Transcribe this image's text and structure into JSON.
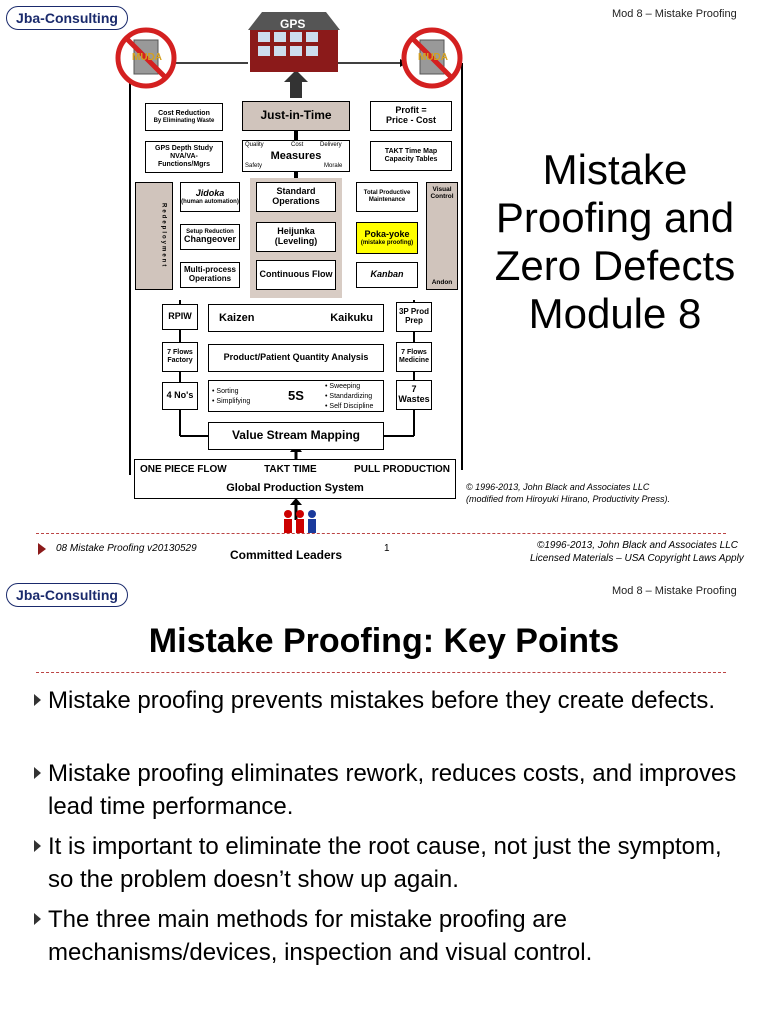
{
  "slide1": {
    "logo": "Jba-Consulting",
    "header": "Mod 8 – Mistake Proofing",
    "title_lines": [
      "Mistake",
      "Proofing and",
      "Zero Defects",
      "Module 8"
    ],
    "diagram": {
      "gps": "GPS",
      "muda": "MUDA",
      "jit": "Just-in-Time",
      "cost_reduction": "Cost Reduction",
      "cost_reduction_sub": "By Eliminating Waste",
      "profit": "Profit =",
      "profit2": "Price - Cost",
      "gps_depth": "GPS Depth Study",
      "gps_depth2": "NVA/VA-",
      "gps_depth3": "Functions/Mgrs",
      "measures": "Measures",
      "m_quality": "Quality",
      "m_cost": "Cost",
      "m_delivery": "Delivery",
      "m_safety": "Safety",
      "m_morale": "Morale",
      "takt_map": "TAKT Time Map",
      "capacity": "Capacity Tables",
      "redeployment": "Redeployment",
      "jidoka": "Jidoka",
      "jidoka_sub": "(human automation)",
      "standard_ops": "Standard Operations",
      "tpm": "Total Productive Maintenance",
      "visual_control": "Visual Control",
      "setup_reduction": "Setup Reduction",
      "changeover": "Changeover",
      "heijunka": "Heijunka",
      "leveling": "(Leveling)",
      "pokayoke": "Poka-yoke",
      "pokayoke_sub": "(mistake proofing)",
      "multi_process": "Multi-process Operations",
      "continuous_flow": "Continuous Flow",
      "kanban": "Kanban",
      "andon": "Andon",
      "rpiw": "RPIW",
      "kaizen": "Kaizen",
      "kaikuku": "Kaikuku",
      "prod_prep": "3P Prod Prep",
      "seven_flows_factory": "7 Flows Factory",
      "ppqa": "Product/Patient Quantity Analysis",
      "seven_flows_medicine": "7 Flows Medicine",
      "four_nos": "4 No's",
      "sorting": "• Sorting",
      "simplifying": "• Simplifying",
      "five_s": "5S",
      "sweeping": "• Sweeping",
      "standardizing": "• Standardizing",
      "self_discipline": "• Self Discipline",
      "seven_wastes": "7 Wastes",
      "vsm": "Value Stream Mapping",
      "one_piece": "ONE PIECE FLOW",
      "takt_time": "TAKT TIME",
      "pull_production": "PULL PRODUCTION",
      "global_prod": "Global Production System",
      "committed_leaders": "Committed Leaders"
    },
    "copyright1": "© 1996-2013, John Black and Associates LLC",
    "copyright2": "(modified from Hiroyuki Hirano, Productivity Press).",
    "footer_left": "08 Mistake Proofing v20130529",
    "page_num": "1",
    "footer_right1": "©1996-2013, John Black and Associates LLC",
    "footer_right2": "Licensed Materials – USA Copyright Laws Apply"
  },
  "slide2": {
    "logo": "Jba-Consulting",
    "header": "Mod 8 – Mistake Proofing",
    "title": "Mistake Proofing: Key Points",
    "bullets": [
      "Mistake proofing prevents mistakes before they create defects.",
      "Mistake proofing eliminates rework, reduces costs, and improves lead time performance.",
      "It is important to eliminate the root cause, not just the symptom, so the problem doesn’t show up again.",
      "The three main methods for mistake proofing are mechanisms/devices, inspection and visual control."
    ]
  },
  "colors": {
    "logo": "#1a2a6c",
    "house": "#8b1a1a",
    "muda_red": "#d42020",
    "pokayoke": "#ffff00",
    "dash": "#bb4444"
  }
}
